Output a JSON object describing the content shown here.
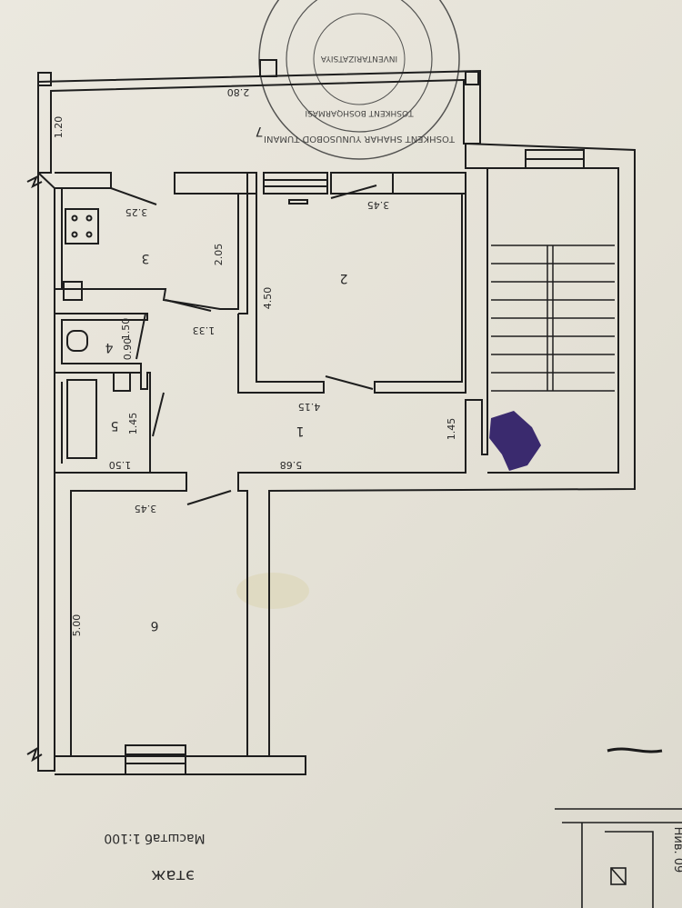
{
  "plan": {
    "rooms": [
      {
        "id": "room-1",
        "number": "1"
      },
      {
        "id": "room-2",
        "number": "2"
      },
      {
        "id": "room-3",
        "number": "3"
      },
      {
        "id": "room-4",
        "number": "4"
      },
      {
        "id": "room-5",
        "number": "5"
      },
      {
        "id": "room-6",
        "number": "6"
      },
      {
        "id": "room-7",
        "number": "7"
      }
    ],
    "dimensions": {
      "room7_width": "2.80",
      "room7_depth": "1.20",
      "room3_width": "3.25",
      "room3_depth": "2.05",
      "room2_width": "3.45",
      "room2_depth": "4.50",
      "passage_width": "1.33",
      "room4_depth": "1.50",
      "room4_width": "0.90",
      "room5_depth": "1.45",
      "room5_width": "1.50",
      "corridor_width": "4.15",
      "corridor_length": "5.68",
      "corridor_depth": "1.45",
      "room6_width": "3.45",
      "room6_depth": "5.00"
    }
  },
  "stamp": {
    "text_outer": "TOSHKENT SHAHAR YUNUSOBOD TUMANI",
    "text_inner": "TOSHKENT BOSHQARMASI",
    "text_center": "INVENTARIZATSIYA"
  },
  "scale_text": "Масштаб 1:100",
  "floor_text": "этаж",
  "corner_note": "Нив. 09"
}
